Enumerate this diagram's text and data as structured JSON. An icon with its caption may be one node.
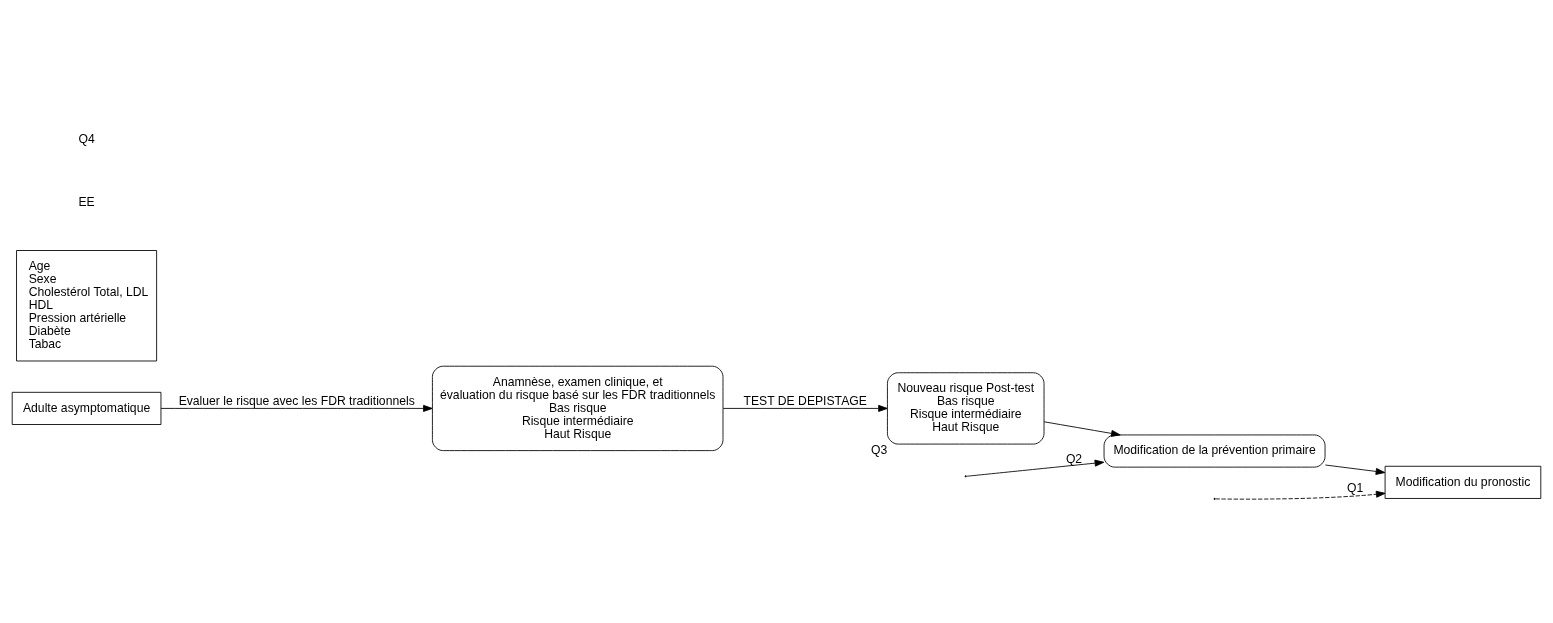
{
  "diagram": {
    "nodes": [
      {
        "text": [
          "Adulte asymptomatique"
        ]
      },
      {
        "text": [
          "Age",
          "Sexe",
          "Cholestérol Total, LDL",
          "HDL",
          "Pression artérielle",
          "Diabète",
          "Tabac"
        ]
      },
      {
        "text": [
          "Anamnèse, examen clinique, et",
          "évaluation du risque basé sur les FDR traditionnels",
          "Bas risque",
          "Risque intermédiaire",
          "Haut Risque"
        ]
      },
      {
        "text": [
          "Nouveau risque Post-test",
          "Bas risque",
          "Risque intermédiaire",
          "Haut Risque"
        ],
        "beside": [
          "Q3"
        ]
      },
      {
        "text": [
          "Modification de la prévention primaire"
        ]
      },
      {
        "text": [
          "Modification du pronostic"
        ]
      }
    ],
    "edges": [
      {
        "from": 0,
        "to": 2,
        "arrow": "to",
        "label": "Evaluer le risque avec les FDR traditionnels"
      },
      {
        "from": 2,
        "to": 3,
        "arrow": "to",
        "label": "TEST DE DEPISTAGE"
      },
      {
        "from": 3,
        "to": 4,
        "arrow": "to"
      },
      {
        "from": 4,
        "to": 5,
        "arrow": "to"
      },
      {
        "from": null,
        "to": 4,
        "arrow": "to",
        "label": "Q2"
      },
      {
        "from": null,
        "to": 5,
        "arrow": "to",
        "label": "Q1",
        "style": "dashed"
      }
    ],
    "labels": [
      "EE",
      "Q4"
    ]
  }
}
